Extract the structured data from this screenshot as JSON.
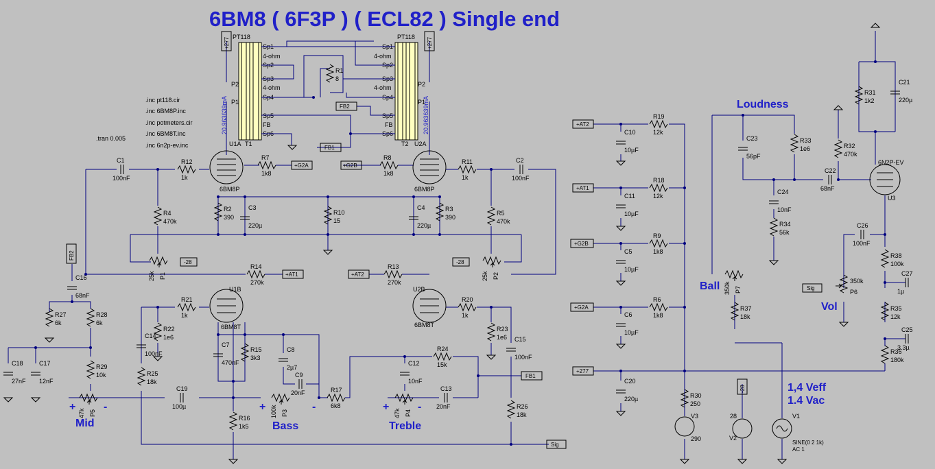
{
  "title": "6BM8 ( 6F3P ) ( ECL82 ) Single end",
  "directives": [
    ".inc pt118.cir",
    ".inc 6BM8P.inc",
    ".inc potmeters.cir",
    ".inc 6BM8T.inc",
    ".inc 6n2p-ev.inc",
    ".tran 0.005"
  ],
  "section_labels": {
    "loudness": "Loudness",
    "ball": "Ball",
    "vol": "Vol",
    "mid": "Mid",
    "bass": "Bass",
    "treble": "Treble",
    "veff": "1,4 Veff",
    "vac": "1.4 Vac",
    "plus": "+",
    "minus": "-"
  },
  "transformers": {
    "left": {
      "name": "PT118",
      "ref": "T1",
      "taps": [
        "Sp1",
        "4-ohm",
        "Sp2",
        "Sp3",
        "4-ohm",
        "Sp4",
        "Sp5",
        "FB",
        "Sp6"
      ],
      "p2": "P2",
      "p1": "P1",
      "current": "20.963639mA"
    },
    "right": {
      "name": "PT118",
      "ref": "T2",
      "taps": [
        "Sp1",
        "4-ohm",
        "Sp2",
        "Sp3",
        "4-ohm",
        "Sp4",
        "Sp5",
        "FB",
        "Sp6"
      ],
      "p2": "P2",
      "p1": "P1",
      "current": "20.963639mA"
    }
  },
  "tubes": {
    "u1a": {
      "ref": "U1A",
      "model": "6BM8P"
    },
    "u2a": {
      "ref": "U2A",
      "model": "6BM8P"
    },
    "u1b": {
      "ref": "U1B",
      "model": "6BM8T"
    },
    "u2b": {
      "ref": "U2B",
      "model": "6BM8T"
    },
    "u3": {
      "ref": "U3",
      "model": "6N2P-EV"
    }
  },
  "nets": {
    "p277": "+277",
    "g2a": "+G2A",
    "g2b": "+G2B",
    "at1": "+AT1",
    "at2": "+AT2",
    "n28": "-28",
    "fb1": "FB1",
    "fb2": "FB2",
    "sig": "Sig",
    "v28": "-28"
  },
  "resistors": {
    "R1": [
      "R1",
      "8"
    ],
    "R2": [
      "R2",
      "390"
    ],
    "R3": [
      "R3",
      "390"
    ],
    "R4": [
      "R4",
      "470k"
    ],
    "R5": [
      "R5",
      "470k"
    ],
    "R6": [
      "R6",
      "1k8"
    ],
    "R7": [
      "R7",
      "1k8"
    ],
    "R8": [
      "R8",
      "1k8"
    ],
    "R9": [
      "R9",
      "1k8"
    ],
    "R10": [
      "R10",
      "15"
    ],
    "R11": [
      "R11",
      "1k"
    ],
    "R12": [
      "R12",
      "1k"
    ],
    "R13": [
      "R13",
      "270k"
    ],
    "R14": [
      "R14",
      "270k"
    ],
    "R15": [
      "R15",
      "3k3"
    ],
    "R16": [
      "R16",
      "1k5"
    ],
    "R17": [
      "R17",
      "6k8"
    ],
    "R18": [
      "R18",
      "12k"
    ],
    "R19": [
      "R19",
      "12k"
    ],
    "R20": [
      "R20",
      "1k"
    ],
    "R21": [
      "R21",
      "1k"
    ],
    "R22": [
      "R22",
      "1e6"
    ],
    "R23": [
      "R23",
      "1e6"
    ],
    "R24": [
      "R24",
      "15k"
    ],
    "R25": [
      "R25",
      "18k"
    ],
    "R26": [
      "R26",
      "18k"
    ],
    "R27": [
      "R27",
      "6k"
    ],
    "R28": [
      "R28",
      "6k"
    ],
    "R29": [
      "R29",
      "10k"
    ],
    "R30": [
      "R30",
      "250"
    ],
    "R31": [
      "R31",
      "1k2"
    ],
    "R32": [
      "R32",
      "470k"
    ],
    "R33": [
      "R33",
      "1e6"
    ],
    "R34": [
      "R34",
      "56k"
    ],
    "R35": [
      "R35",
      "12k"
    ],
    "R36": [
      "R36",
      "180k"
    ],
    "R37": [
      "R37",
      "18k"
    ],
    "R38": [
      "R38",
      "100k"
    ]
  },
  "capacitors": {
    "C1": [
      "C1",
      "100nF"
    ],
    "C2": [
      "C2",
      "100nF"
    ],
    "C3": [
      "C3",
      "220µ"
    ],
    "C4": [
      "C4",
      "220µ"
    ],
    "C5": [
      "C5",
      "10µF"
    ],
    "C6": [
      "C6",
      "10µF"
    ],
    "C7": [
      "C7",
      "470nF"
    ],
    "C8": [
      "C8",
      "2µ7"
    ],
    "C9": [
      "C9",
      "20nF"
    ],
    "C10": [
      "C10",
      "10µF"
    ],
    "C11": [
      "C11",
      "10µF"
    ],
    "C12": [
      "C12",
      "10nF"
    ],
    "C13": [
      "C13",
      "20nF"
    ],
    "C14": [
      "C14",
      "100nF"
    ],
    "C15": [
      "C15",
      "100nF"
    ],
    "C16": [
      "C16",
      "68nF"
    ],
    "C17": [
      "C17",
      "12nF"
    ],
    "C18": [
      "C18",
      "27nF"
    ],
    "C19": [
      "C19",
      "100µ"
    ],
    "C20": [
      "C20",
      "220µ"
    ],
    "C21": [
      "C21",
      "220µ"
    ],
    "C22": [
      "C22",
      "68nF"
    ],
    "C23": [
      "C23",
      "56pF"
    ],
    "C24": [
      "C24",
      "10nF"
    ],
    "C25": [
      "C25",
      "3.3µ"
    ],
    "C26": [
      "C26",
      "100nF"
    ],
    "C27": [
      "C27",
      "1µ"
    ]
  },
  "pots": {
    "P1": [
      "P1",
      "25k"
    ],
    "P2": [
      "P2",
      "25k"
    ],
    "P3": [
      "P3",
      "100k"
    ],
    "P4": [
      "P4",
      "47k"
    ],
    "P5": [
      "P5",
      "47k"
    ],
    "P6": [
      "P6",
      "350k"
    ],
    "P7": [
      "P7",
      "350k"
    ]
  },
  "sources": {
    "V1": [
      "V1",
      "SINE(0 2 1k)",
      "AC 1"
    ],
    "V2": [
      "V2",
      "28"
    ],
    "V3": [
      "V3",
      "290"
    ]
  }
}
